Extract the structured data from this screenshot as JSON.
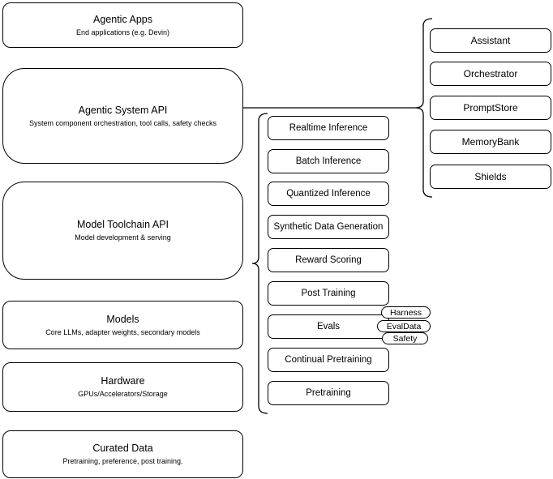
{
  "diagram": {
    "colors": {
      "stroke": "#000000",
      "fill": "#ffffff",
      "text": "#000000"
    },
    "left_stack": [
      {
        "title": "Agentic Apps",
        "subtitle": "End applications (e.g. Devin)"
      },
      {
        "title": "Agentic System API",
        "subtitle": "System component orchestration, tool calls, safety checks"
      },
      {
        "title": "Model Toolchain API",
        "subtitle": "Model development & serving"
      },
      {
        "title": "Models",
        "subtitle": "Core LLMs, adapter weights, secondary models"
      },
      {
        "title": "Hardware",
        "subtitle": "GPUs/Accelerators/Storage"
      },
      {
        "title": "Curated Data",
        "subtitle": "Pretraining, preference, post training."
      }
    ],
    "toolchain_services": [
      "Realtime Inference",
      "Batch Inference",
      "Quantized Inference",
      "Synthetic Data Generation",
      "Reward Scoring",
      "Post Training",
      "Evals",
      "Continual Pretraining",
      "Pretraining"
    ],
    "eval_tags": [
      "Harness",
      "EvalData",
      "Safety"
    ],
    "system_components": [
      "Assistant",
      "Orchestrator",
      "PromptStore",
      "MemoryBank",
      "Shields"
    ]
  }
}
